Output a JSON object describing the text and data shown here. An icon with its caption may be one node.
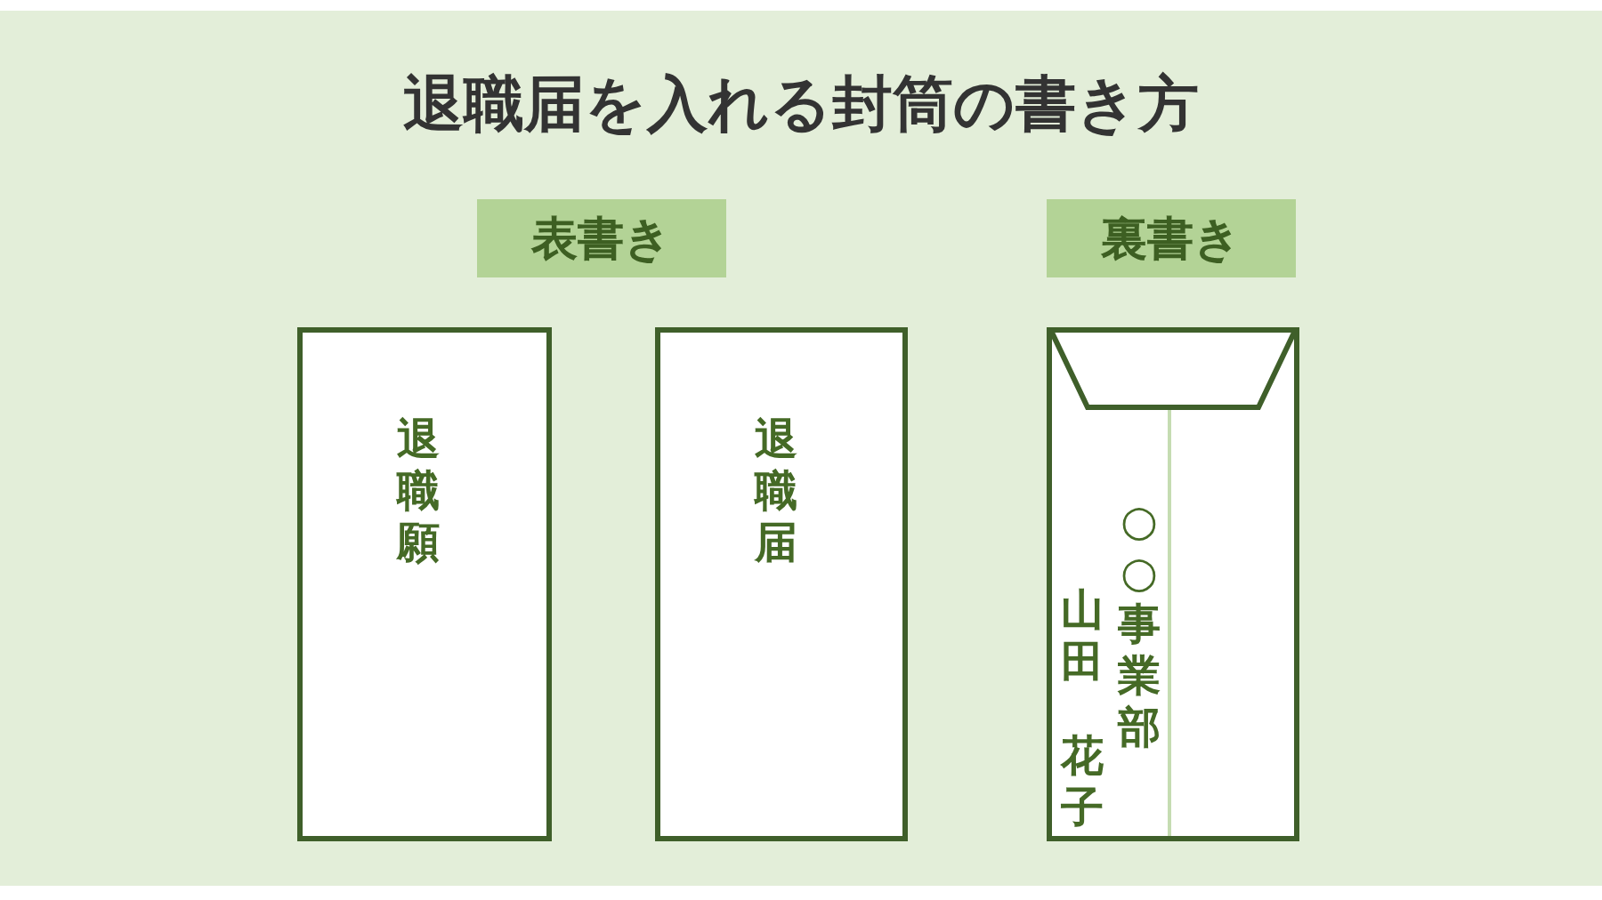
{
  "diagram": {
    "title": "退職届を入れる封筒の書き方",
    "nodes": [
      {
        "text": [
          "表書き"
        ]
      },
      {
        "text": [
          "退職願"
        ]
      },
      {
        "text": [
          "退職届"
        ]
      },
      {
        "text": [
          "裏書き"
        ]
      },
      {
        "text": [
          "山田",
          "花子",
          "○○事業部"
        ]
      }
    ]
  }
}
